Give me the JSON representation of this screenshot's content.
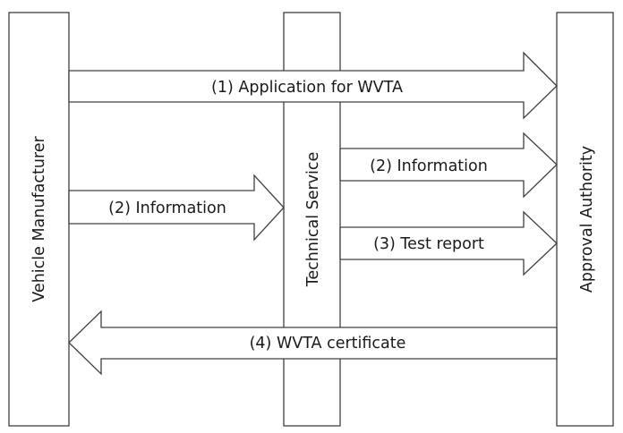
{
  "participants": {
    "vehicle_manufacturer": "Vehicle Manufacturer",
    "technical_service": "Technical Service",
    "approval_authority": "Approval Authority"
  },
  "flows": {
    "application": "(1) Application for WVTA",
    "information_to_ts": "(2) Information",
    "information_to_aa": "(2) Information",
    "test_report": "(3) Test report",
    "certificate": "(4) WVTA certificate"
  }
}
